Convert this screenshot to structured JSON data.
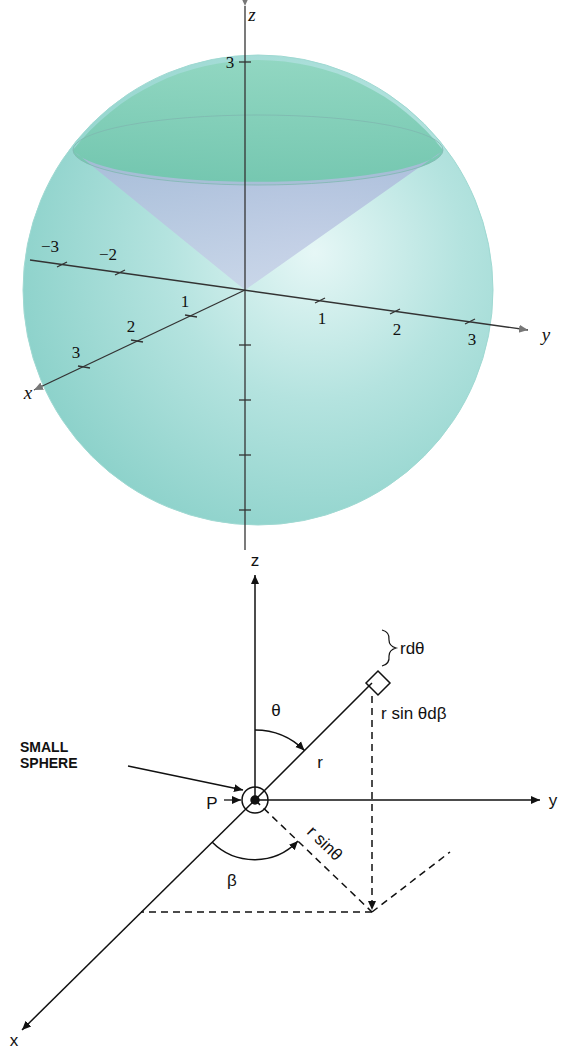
{
  "diagram": {
    "labels": [
      "z",
      "3",
      "−3",
      "−2",
      "1",
      "2",
      "3",
      "x",
      "1",
      "2",
      "3",
      "y",
      "z",
      "θ",
      "r",
      "rdθ",
      "r sin θdβ",
      "SMALL SPHERE",
      "P",
      "r sinθ",
      "β",
      "y",
      "x"
    ]
  }
}
